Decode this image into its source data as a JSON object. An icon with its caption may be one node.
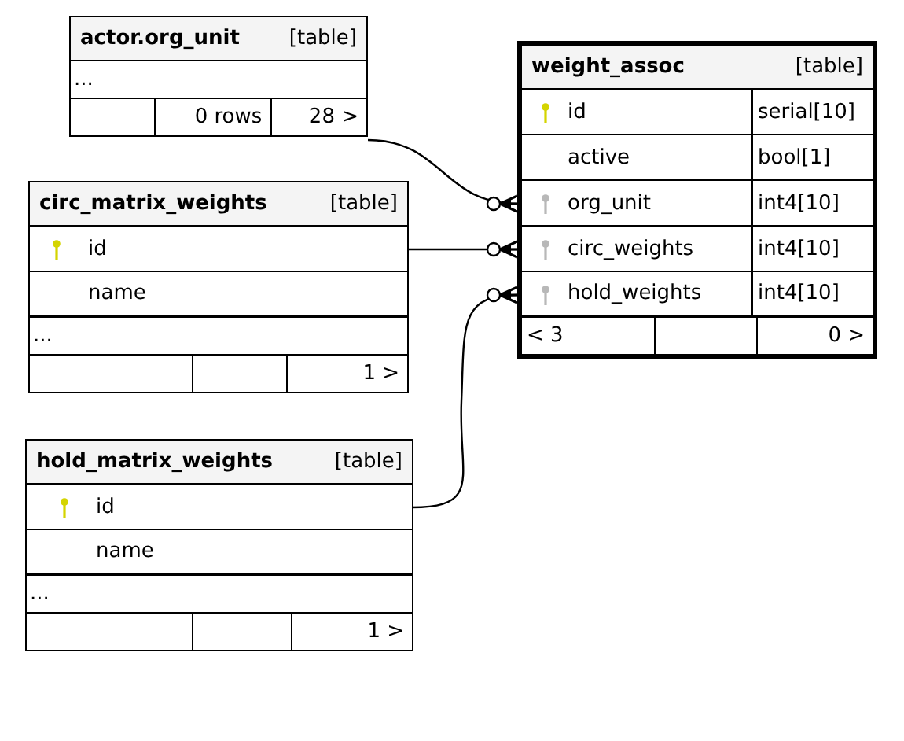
{
  "diagram": {
    "nodes": [
      {
        "text": [
          "actor.org_unit",
          "[table]"
        ]
      },
      {
        "text": [
          "..."
        ],
        "in": 0
      },
      {
        "text": [
          "0 rows",
          "28 >"
        ],
        "in": 0
      },
      {
        "text": [
          "weight_assoc",
          "[table]"
        ]
      },
      {
        "text": [
          "id",
          "serial[10]"
        ],
        "in": 3
      },
      {
        "text": [
          "active",
          "bool[1]"
        ],
        "in": 3
      },
      {
        "text": [
          "org_unit",
          "int4[10]"
        ],
        "in": 3
      },
      {
        "text": [
          "circ_weights",
          "int4[10]"
        ],
        "in": 3
      },
      {
        "text": [
          "hold_weights",
          "int4[10]"
        ],
        "in": 3
      },
      {
        "text": [
          "< 3",
          "0 >"
        ],
        "in": 3
      },
      {
        "text": [
          "circ_matrix_weights",
          "[table]"
        ]
      },
      {
        "text": [
          "id"
        ],
        "in": 10
      },
      {
        "text": [
          "name"
        ],
        "in": 10
      },
      {
        "text": [
          "..."
        ],
        "in": 10
      },
      {
        "text": [
          "1 >"
        ],
        "in": 10
      },
      {
        "text": [
          "hold_matrix_weights",
          "[table]"
        ]
      },
      {
        "text": [
          "id"
        ],
        "in": 15
      },
      {
        "text": [
          "name"
        ],
        "in": 15
      },
      {
        "text": [
          "..."
        ],
        "in": 15
      },
      {
        "text": [
          "1 >"
        ],
        "in": 15
      }
    ],
    "edges": [
      {
        "from": 0,
        "to": 6,
        "arrow": "other"
      },
      {
        "from": 11,
        "to": 7,
        "arrow": "other"
      },
      {
        "from": 16,
        "to": 8,
        "arrow": "other"
      }
    ]
  }
}
